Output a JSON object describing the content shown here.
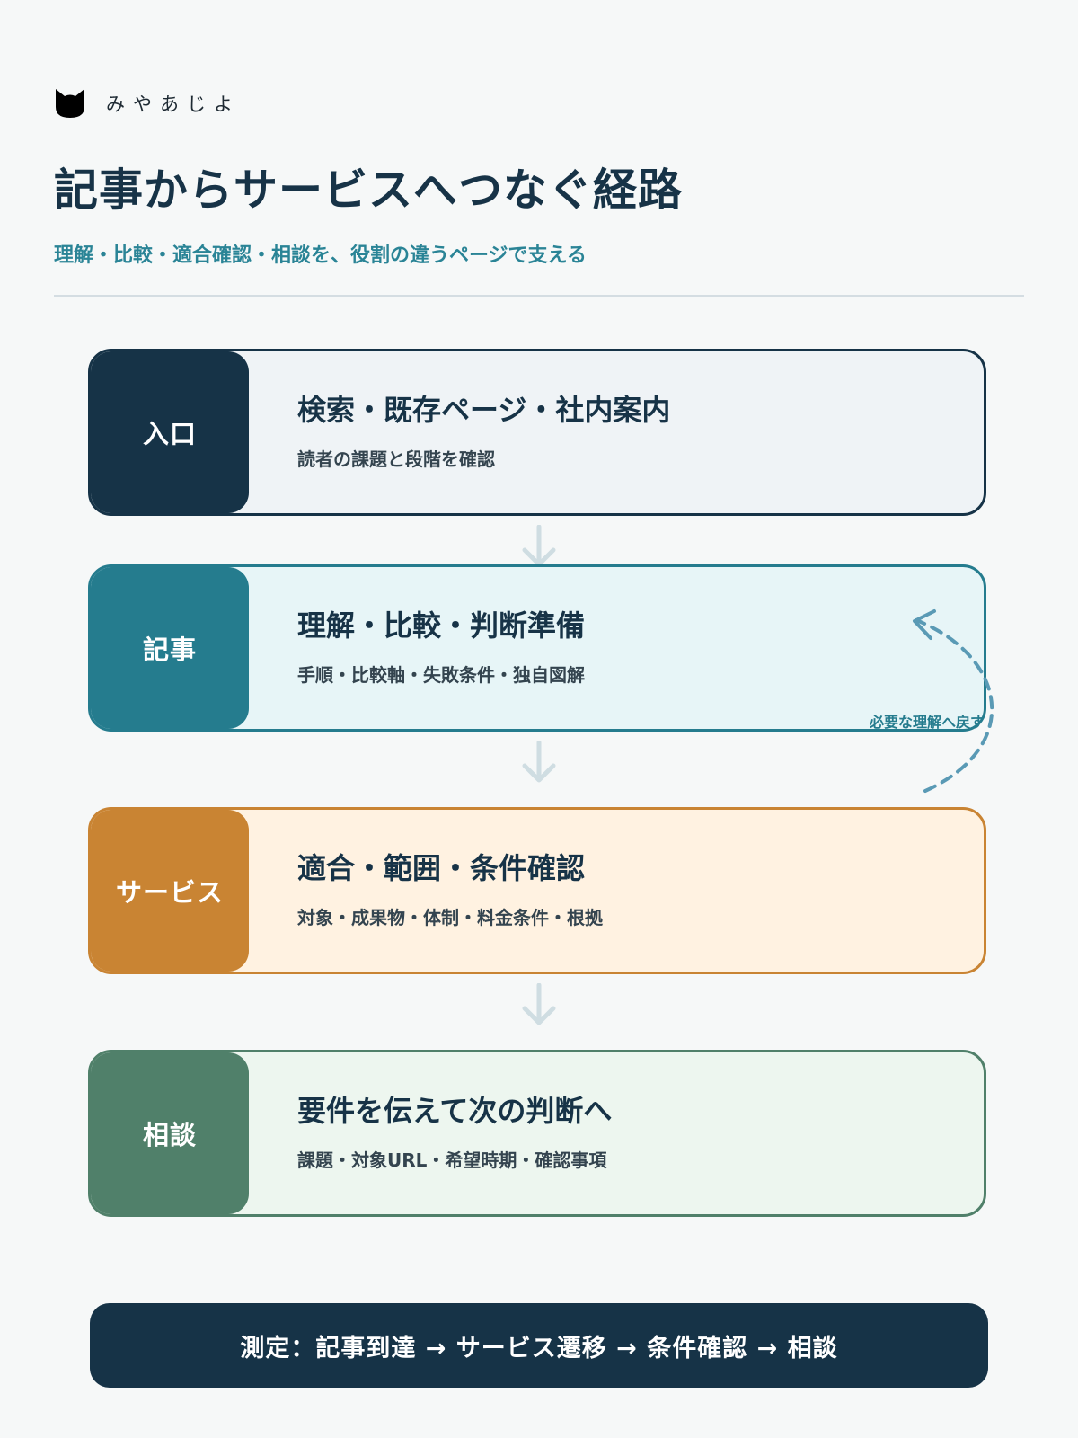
{
  "brand": {
    "name": "みやあじよ",
    "icon": "cat-head-icon"
  },
  "title": "記事からサービスへつなぐ経路",
  "subtitle": "理解・比較・適合確認・相談を、役割の違うページで支える",
  "flow": [
    {
      "tag": "入口",
      "head": "検索・既存ページ・社内案内",
      "desc": "読者の課題と段階を確認",
      "color": "#163347"
    },
    {
      "tag": "記事",
      "head": "理解・比較・判断準備",
      "desc": "手順・比較軸・失敗条件・独自図解",
      "color": "#257c8e"
    },
    {
      "tag": "サービス",
      "head": "適合・範囲・条件確認",
      "desc": "対象・成果物・体制・料金条件・根拠",
      "color": "#c98433"
    },
    {
      "tag": "相談",
      "head": "要件を伝えて次の判断へ",
      "desc": "課題・対象URL・希望時期・確認事項",
      "color": "#50806a"
    }
  ],
  "loop_label": "必要な理解へ戻す",
  "footer": "測定：記事到達 → サービス遷移 → 条件確認 → 相談"
}
